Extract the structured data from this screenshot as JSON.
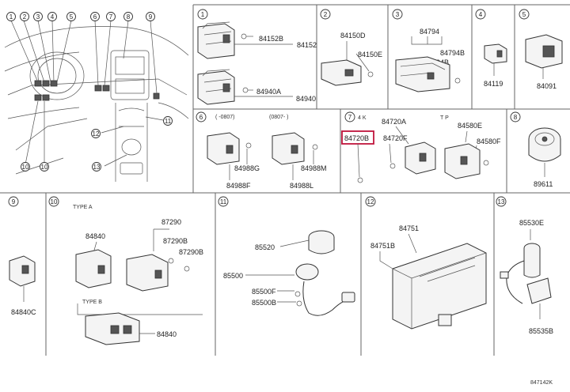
{
  "panel_numbers": [
    "1",
    "2",
    "3",
    "4",
    "5",
    "6",
    "7",
    "8",
    "9",
    "10",
    "11",
    "12",
    "13"
  ],
  "overview_numbers": [
    "1",
    "2",
    "3",
    "4",
    "5",
    "6",
    "7",
    "8",
    "9",
    "10",
    "11",
    "12",
    "13"
  ],
  "part_labels": {
    "p84152b": "84152B",
    "p84152": "84152",
    "p84940a": "84940A",
    "p84940": "84940",
    "p84150d": "84150D",
    "p84150e": "84150E",
    "p84794": "84794",
    "p84794b_1": "84794B",
    "p84794b_2": "84794B",
    "p84119": "84119",
    "p84091": "84091",
    "p84988g": "84988G",
    "p84988f": "84988F",
    "p84988m": "84988M",
    "p84988l": "84988L",
    "p84720b": "84720B",
    "p84720a": "84720A",
    "p84720f": "84720F",
    "p84580e": "84580E",
    "p84580f": "84580F",
    "p89611": "89611",
    "p84840c": "84840C",
    "p87290": "87290",
    "p84840_a": "84840",
    "p87290b_1": "87290B",
    "p87290b_2": "87290B",
    "p84840_b": "84840",
    "p85520": "85520",
    "p85500": "85500",
    "p85500f": "85500F",
    "p85500b": "85500B",
    "p84751": "84751",
    "p84751b": "84751B",
    "p85530e": "85530E",
    "p85535b": "85535B"
  },
  "annotations": {
    "panel6_left_date": "( -0807)",
    "panel6_right_date": "(0807- )",
    "panel7_tag_left": "4 K",
    "panel7_tag_right": "T P",
    "panel10_type_a": "TYPE A",
    "panel10_type_b": "TYPE B"
  },
  "highlighted_part": "84720B",
  "figure_code": "847142K"
}
